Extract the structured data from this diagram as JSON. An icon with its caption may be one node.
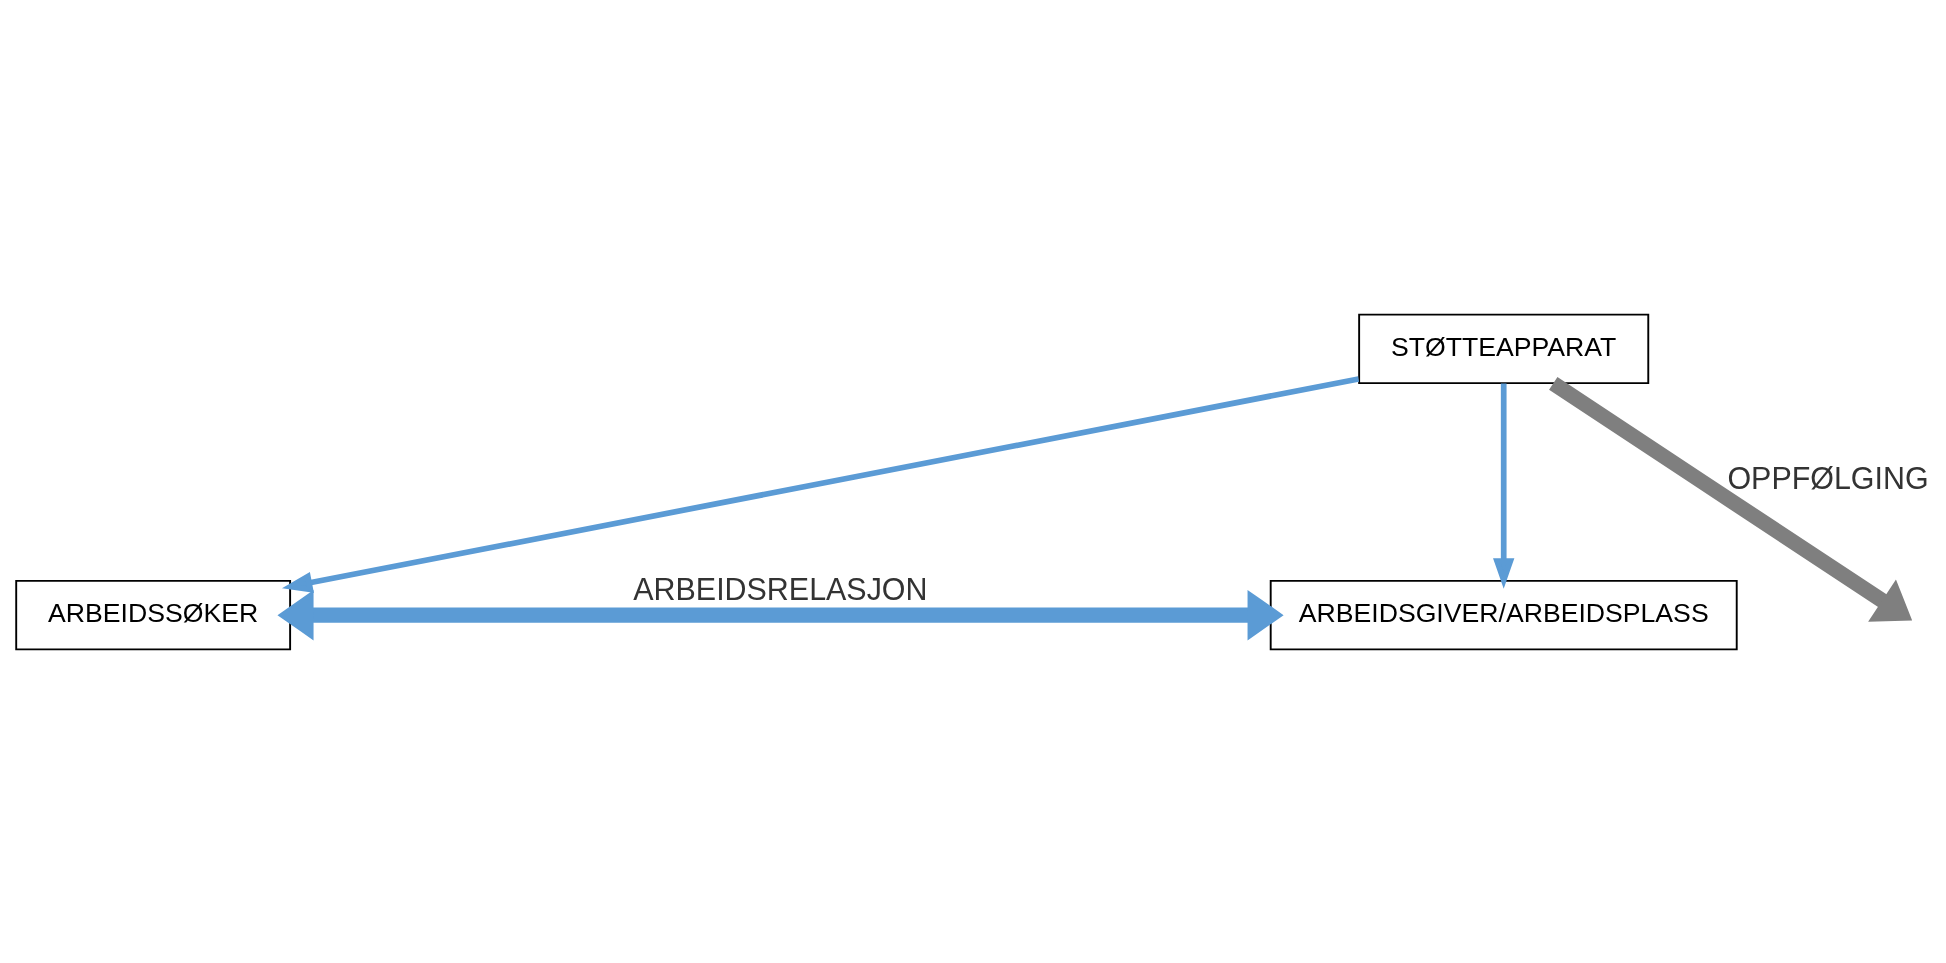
{
  "diagram": {
    "nodes": [
      {
        "text": [
          "STØTTEAPPARAT"
        ]
      },
      {
        "text": [
          "ARBEIDSSØKER"
        ]
      },
      {
        "text": [
          "ARBEIDSGIVER/ARBEIDSPLASS"
        ]
      }
    ],
    "edges": [
      {
        "from": 0,
        "to": 1,
        "arrow": "to"
      },
      {
        "from": 0,
        "to": 2,
        "arrow": "to"
      },
      {
        "from": 0,
        "to": null,
        "arrow": "to",
        "label": "OPPFØLGING",
        "style": "thick",
        "color": "#7f7f7f"
      },
      {
        "from": 1,
        "to": 2,
        "arrow": "both",
        "label": "ARBEIDSRELASJON",
        "style": "thick"
      }
    ]
  }
}
